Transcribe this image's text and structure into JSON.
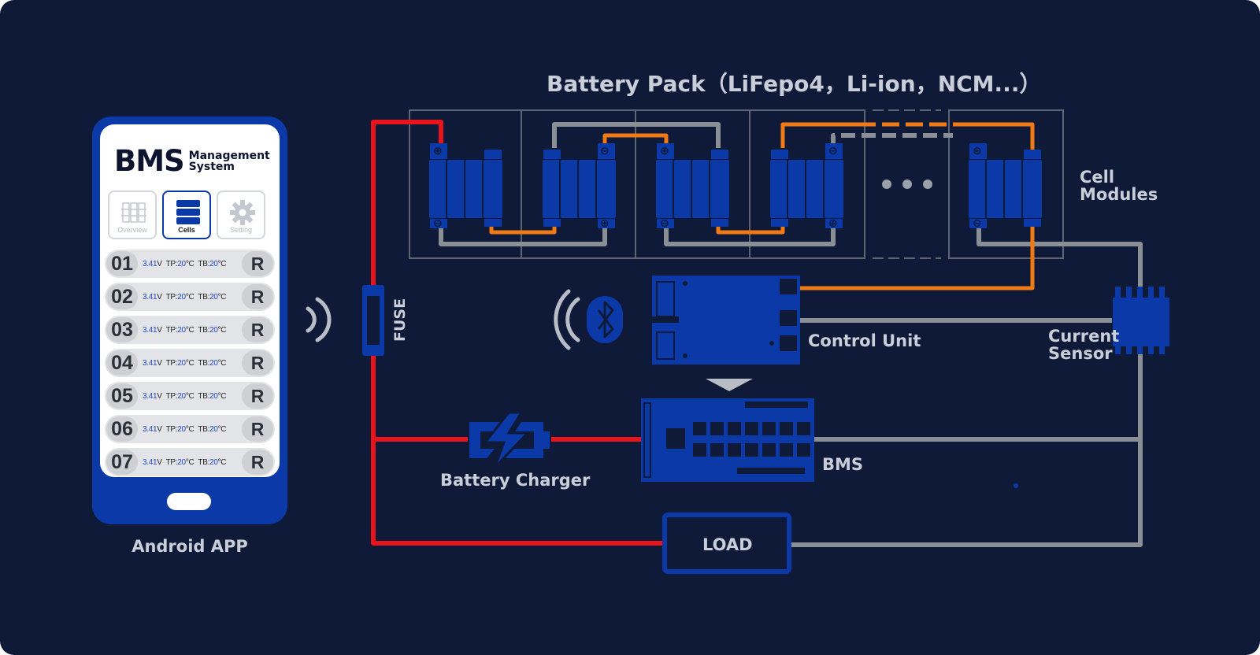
{
  "title": "Battery Pack（LiFepo4，Li-ion，NCM...）",
  "labels": {
    "cell_modules_1": "Cell",
    "cell_modules_2": "Modules",
    "fuse": "FUSE",
    "control_unit": "Control Unit",
    "current_sensor_1": "Current",
    "current_sensor_2": "Sensor",
    "battery_charger": "Battery Charger",
    "bms": "BMS",
    "load": "LOAD",
    "android_app": "Android APP"
  },
  "app": {
    "logo_big": "BMS",
    "logo_line1": "Management",
    "logo_line2": "System",
    "tabs": [
      {
        "label": "Overview",
        "active": false
      },
      {
        "label": "Cells",
        "active": true
      },
      {
        "label": "Setting",
        "active": false
      }
    ],
    "rows": [
      {
        "num": "01",
        "v": "3.41",
        "vu": "V",
        "tp_label": "TP:",
        "tp": "20",
        "tb_label": "TB:",
        "tb": "20",
        "unit": "°C",
        "btn": "R"
      },
      {
        "num": "02",
        "v": "3.41",
        "vu": "V",
        "tp_label": "TP:",
        "tp": "20",
        "tb_label": "TB:",
        "tb": "20",
        "unit": "°C",
        "btn": "R"
      },
      {
        "num": "03",
        "v": "3.41",
        "vu": "V",
        "tp_label": "TP:",
        "tp": "20",
        "tb_label": "TB:",
        "tb": "20",
        "unit": "°C",
        "btn": "R"
      },
      {
        "num": "04",
        "v": "3.41",
        "vu": "V",
        "tp_label": "TP:",
        "tp": "20",
        "tb_label": "TB:",
        "tb": "20",
        "unit": "°C",
        "btn": "R"
      },
      {
        "num": "05",
        "v": "3.41",
        "vu": "V",
        "tp_label": "TP:",
        "tp": "20",
        "tb_label": "TB:",
        "tb": "20",
        "unit": "°C",
        "btn": "R"
      },
      {
        "num": "06",
        "v": "3.41",
        "vu": "V",
        "tp_label": "TP:",
        "tp": "20",
        "tb_label": "TB:",
        "tb": "20",
        "unit": "°C",
        "btn": "R"
      },
      {
        "num": "07",
        "v": "3.41",
        "vu": "V",
        "tp_label": "TP:",
        "tp": "20",
        "tb_label": "TB:",
        "tb": "20",
        "unit": "°C",
        "btn": "R"
      }
    ]
  },
  "colors": {
    "background": "#0e1a38",
    "component_blue": "#0b3aa8",
    "wire_red": "#e8141b",
    "wire_orange": "#f27a14",
    "wire_gray": "#8a8e95",
    "label": "#c9ced8"
  }
}
